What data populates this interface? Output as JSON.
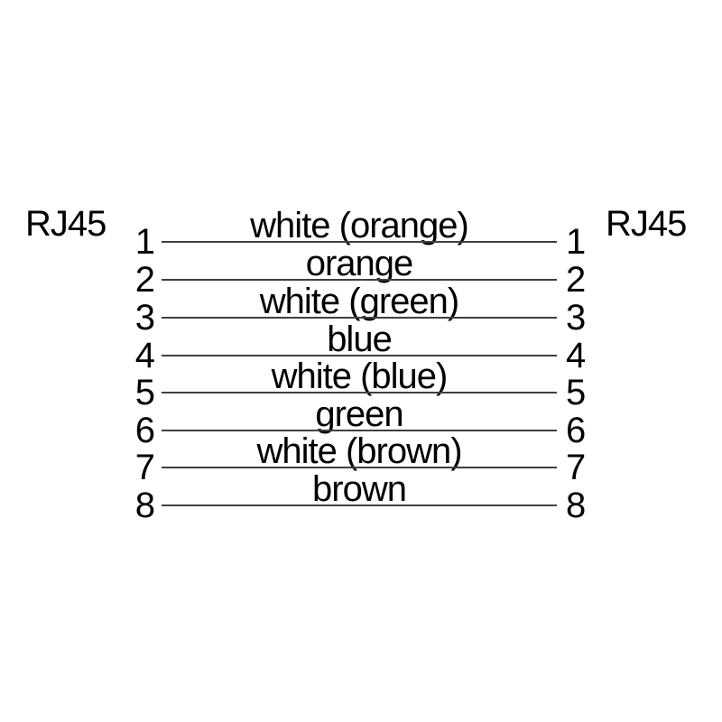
{
  "colors": {
    "background": "#ffffff",
    "text": "#000000",
    "line": "#3f3f3f"
  },
  "diagram": {
    "left_connector": "RJ45",
    "right_connector": "RJ45",
    "wires": [
      {
        "pin_left": "1",
        "color": "white (orange)",
        "pin_right": "1"
      },
      {
        "pin_left": "2",
        "color": "orange",
        "pin_right": "2"
      },
      {
        "pin_left": "3",
        "color": "white (green)",
        "pin_right": "3"
      },
      {
        "pin_left": "4",
        "color": "blue",
        "pin_right": "4"
      },
      {
        "pin_left": "5",
        "color": "white (blue)",
        "pin_right": "5"
      },
      {
        "pin_left": "6",
        "color": "green",
        "pin_right": "6"
      },
      {
        "pin_left": "7",
        "color": "white (brown)",
        "pin_right": "7"
      },
      {
        "pin_left": "8",
        "color": "brown",
        "pin_right": "8"
      }
    ]
  }
}
